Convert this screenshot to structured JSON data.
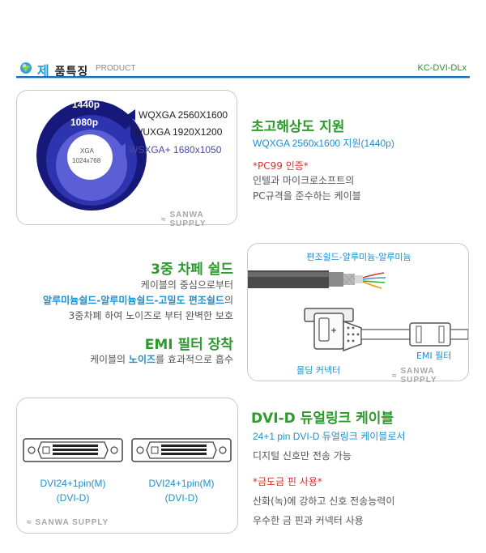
{
  "header": {
    "title_first": "제",
    "title_rest": "품특징",
    "subtitle": "PRODUCT",
    "model": "KC-DVI-DLx"
  },
  "section1": {
    "ring_labels": [
      "1440p",
      "1080p",
      "XGA",
      "1024x768"
    ],
    "resolutions": [
      "WQXGA 2560X1600",
      "WUXGA 1920X1200",
      "WSXGA+ 1680x1050"
    ],
    "heading": "초고해상도 지원",
    "desc": "WQXGA 2560x1600 지원(1440p)",
    "cert_title": "*PC99 인증*",
    "cert_line1": "인텔과 마이크로소프트의",
    "cert_line2": "PC규격을 준수하는 케이블"
  },
  "section2": {
    "heading1": "3중 차페 쉴드",
    "line1": "케이블의 중심으로부터",
    "line2_a": "알루미늄쉴드-알루미늄쉴드-고밀도 편조쉴드",
    "line2_b": "의",
    "line3": "3중차폐 하여 노이즈로 부터 완벽한 보호",
    "heading2": "EMI 필터 장착",
    "line4_a": "케이블의 ",
    "line4_b": "노이즈",
    "line4_c": "를 효과적으로 흡수",
    "cable_label": "편조쉴드-알루미늄-알루미늄",
    "molding_label": "몰딩 커넥터",
    "emi_label": "EMI 필터"
  },
  "section3": {
    "connectors": [
      {
        "line1": "DVI24+1pin(M)",
        "line2": "(DVI-D)"
      },
      {
        "line1": "DVI24+1pin(M)",
        "line2": "(DVI-D)"
      }
    ],
    "heading": "DVI-D 듀얼링크 케이블",
    "desc1": "24+1 pin DVI-D 듀얼링크 케이블로서",
    "desc2": "디지털 신호만 전송 가능",
    "gold_title": "*금도금 핀 사용*",
    "gold1": "산화(녹)에 강하고 신호 전송능력이",
    "gold2": "우수한 금 핀과 커넥터 사용"
  },
  "brand": "SANWA SUPPLY",
  "colors": {
    "accent_green": "#2c9a2c",
    "accent_blue": "#1f8fcf",
    "ring_outer": "#16197a",
    "ring_mid": "#2e33b0",
    "ring_inner": "#5a5fd6",
    "ring_center": "#ffffff"
  }
}
